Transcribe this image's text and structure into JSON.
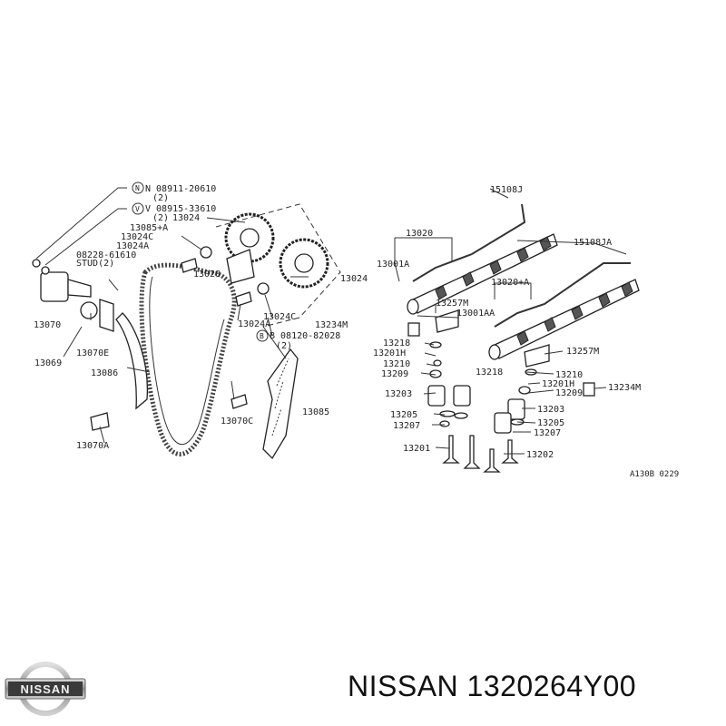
{
  "caption": {
    "brand": "NISSAN",
    "part_number": "1320264Y00"
  },
  "logo": {
    "text": "NISSAN"
  },
  "drawing_code": "A130B 0229",
  "callouts": [
    "N 08911-20610",
    "(2)",
    "V 08915-33610",
    "(2)",
    "13024",
    "13085+A",
    "13024C",
    "13024A",
    "08228-61610",
    "STUD(2)",
    "13028",
    "13024",
    "13070",
    "13070E",
    "13069",
    "13086",
    "13024A",
    "13024C",
    "13234M",
    "B 08120-82028",
    "(2)",
    "13070C",
    "13085",
    "13070A",
    "15108J",
    "13020",
    "13001A",
    "13257M",
    "15108JA",
    "13020+A",
    "13001AA",
    "13218",
    "13201H",
    "13210",
    "13209",
    "13203",
    "13205",
    "13207",
    "13201",
    "13257M",
    "13218",
    "13210",
    "13201H",
    "13209",
    "13234M",
    "13203",
    "13205",
    "13207",
    "13202"
  ]
}
